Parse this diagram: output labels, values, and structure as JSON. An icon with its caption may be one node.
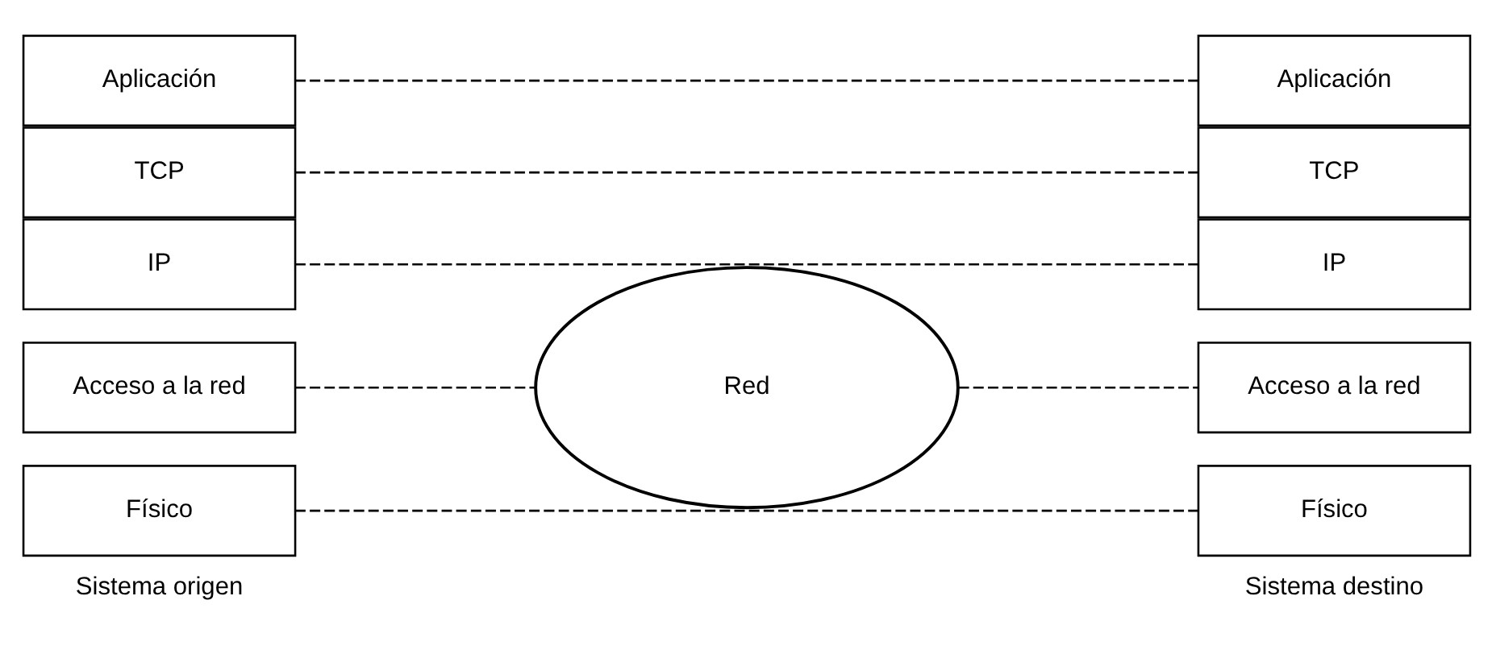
{
  "diagram": {
    "nodes": [
      {
        "text": [
          "Aplicación"
        ]
      },
      {
        "text": [
          "TCP"
        ]
      },
      {
        "text": [
          "IP"
        ]
      },
      {
        "text": [
          "Acceso a la red"
        ]
      },
      {
        "text": [
          "Físico"
        ]
      },
      {
        "text": [
          "Red"
        ]
      },
      {
        "text": [
          "Aplicación"
        ]
      },
      {
        "text": [
          "TCP"
        ]
      },
      {
        "text": [
          "IP"
        ]
      },
      {
        "text": [
          "Acceso a la red"
        ]
      },
      {
        "text": [
          "Físico"
        ]
      }
    ],
    "edges": [
      {
        "from": 0,
        "to": 6,
        "arrow": "none",
        "style": "dashed"
      },
      {
        "from": 1,
        "to": 7,
        "arrow": "none",
        "style": "dashed"
      },
      {
        "from": 2,
        "to": 8,
        "arrow": "none",
        "style": "dashed"
      },
      {
        "from": 3,
        "to": 5,
        "arrow": "none",
        "style": "dashed"
      },
      {
        "from": 5,
        "to": 9,
        "arrow": "none",
        "style": "dashed"
      },
      {
        "from": 4,
        "to": 10,
        "arrow": "none",
        "style": "dashed"
      }
    ],
    "labels": [
      "Sistema origen",
      "Sistema destino"
    ]
  }
}
